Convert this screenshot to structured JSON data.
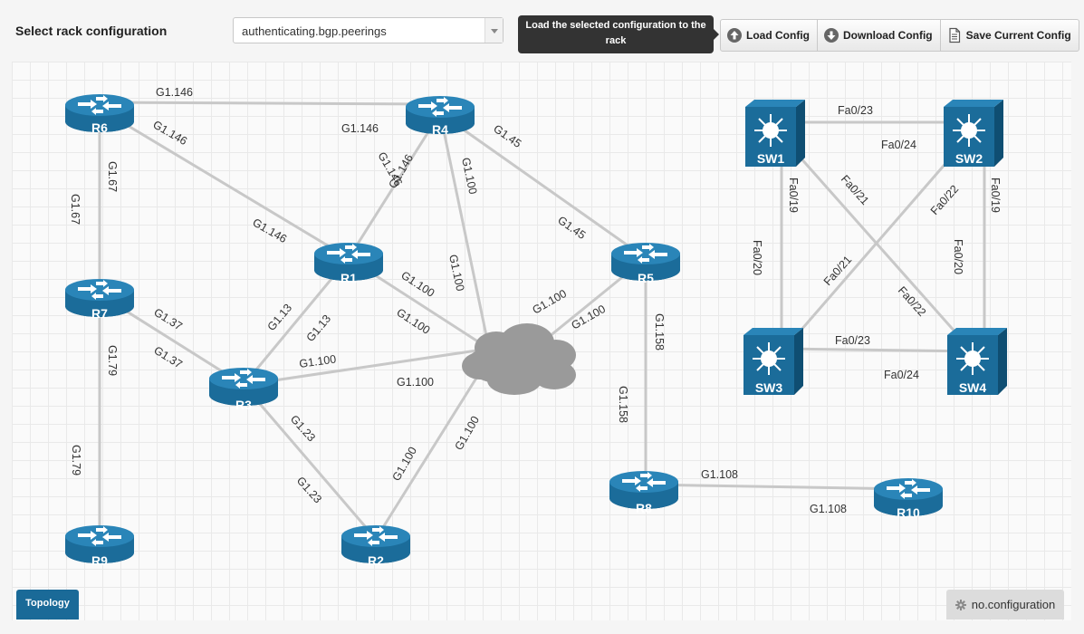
{
  "header": {
    "title": "Select rack configuration",
    "selected_config": "authenticating.bgp.peerings",
    "tooltip": "Load the selected configuration to the rack",
    "buttons": [
      {
        "label": "Load Config",
        "icon": "arrow-up-circle-icon"
      },
      {
        "label": "Download Config",
        "icon": "arrow-down-circle-icon"
      },
      {
        "label": "Save Current Config",
        "icon": "document-icon"
      }
    ]
  },
  "footer": {
    "topology_tab": "Topology",
    "status": "no.configuration",
    "status_icon": "gear-icon"
  },
  "colors": {
    "device": "#1b6c9a",
    "device_dark": "#0f4e72",
    "link": "#c8c8c8",
    "cloud": "#9a9a9a",
    "tooltip_bg": "#333333",
    "topology_tab_bg": "#1a6a98"
  },
  "devices": {
    "R1": "R1",
    "R2": "R2",
    "R3": "R3",
    "R4": "R4",
    "R5": "R5",
    "R6": "R6",
    "R7": "R7",
    "R8": "R8",
    "R9": "R9",
    "R10": "R10",
    "SW1": "SW1",
    "SW2": "SW2",
    "SW3": "SW3",
    "SW4": "SW4"
  },
  "links": {
    "r6_r4": [
      "G1.146",
      "G1.146"
    ],
    "r6_r1": [
      "G1.146",
      "G1.146"
    ],
    "r6_r7": [
      "G1.67",
      "G1.67"
    ],
    "r4_r1": [
      "G1.146",
      "G1.146"
    ],
    "r4_cloud": "G1.100",
    "r4_r5": [
      "G1.45",
      "G1.45"
    ],
    "r7_r9": [
      "G1.79",
      "G1.79"
    ],
    "r7_r3": [
      "G1.37",
      "G1.37"
    ],
    "r1_r3": [
      "G1.13",
      "G1.13"
    ],
    "r1_cloud": [
      "G1.100",
      "G1.100"
    ],
    "r3_cloud": [
      "G1.100",
      "G1.100"
    ],
    "r5_cloud": [
      "G1.100",
      "G1.100"
    ],
    "r5_r8": [
      "G1.158",
      "G1.158"
    ],
    "r3_r2": [
      "G1.23",
      "G1.23"
    ],
    "r2_cloud": [
      "G1.100",
      "G1.100"
    ],
    "r8_r10": [
      "G1.108",
      "G1.108"
    ],
    "sw1_sw2": [
      "Fa0/23",
      "Fa0/24"
    ],
    "sw1_sw3": [
      "Fa0/19",
      "Fa0/20"
    ],
    "sw1_sw4": [
      "Fa0/21",
      "Fa0/22"
    ],
    "sw2_sw3": [
      "Fa0/22",
      "Fa0/21"
    ],
    "sw2_sw4": [
      "Fa0/19",
      "Fa0/20"
    ],
    "sw3_sw4": [
      "Fa0/23",
      "Fa0/24"
    ]
  }
}
